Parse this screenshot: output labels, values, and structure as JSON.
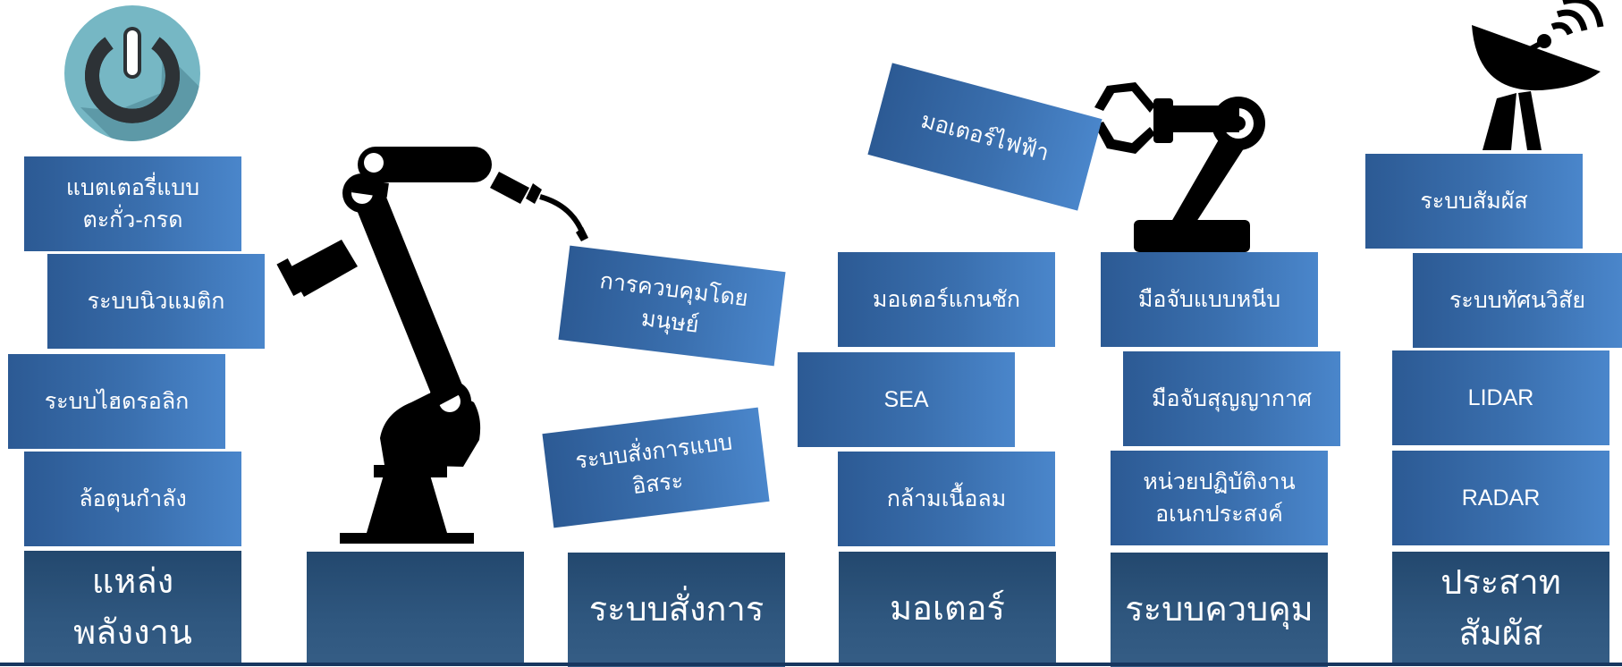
{
  "colors": {
    "card_gradient": [
      "#2c5a94",
      "#4a86cb"
    ],
    "base_gradient": [
      "#23486e",
      "#355d85"
    ],
    "icon_black": "#000000",
    "power_teal": "#76b7c4",
    "power_shadow": "#5d99a7",
    "power_symbol": "#2d3236"
  },
  "icons": [
    "power-icon",
    "robot-arm-icon",
    "robot-gripper-icon",
    "satellite-dish-icon"
  ],
  "columns": {
    "power": {
      "base": "แหล่ง\nพลังงาน",
      "items": [
        "แบตเตอรี่แบบ\nตะกั่ว-กรด",
        "ระบบนิวแมติก",
        "ระบบไฮดรอลิก",
        "ล้อตุนกำลัง"
      ]
    },
    "robot": {
      "base": ""
    },
    "command": {
      "base": "ระบบสั่งการ",
      "items": [
        "การควบคุมโดย\nมนุษย์",
        "ระบบสั่งการแบบ\nอิสระ"
      ]
    },
    "motor": {
      "base": "มอเตอร์",
      "items": [
        "มอเตอร์ไฟฟ้า",
        "มอเตอร์แกนชัก",
        "SEA",
        "กล้ามเนื้อลม"
      ]
    },
    "control": {
      "base": "ระบบควบคุม",
      "items": [
        "มือจับแบบหนีบ",
        "มือจับสุญญากาศ",
        "หน่วยปฏิบัติงาน\nอเนกประสงค์"
      ]
    },
    "sensing": {
      "base": "ประสาท\nสัมผัส",
      "items": [
        "ระบบสัมผัส",
        "ระบบทัศนวิสัย",
        "LIDAR",
        "RADAR"
      ]
    }
  }
}
